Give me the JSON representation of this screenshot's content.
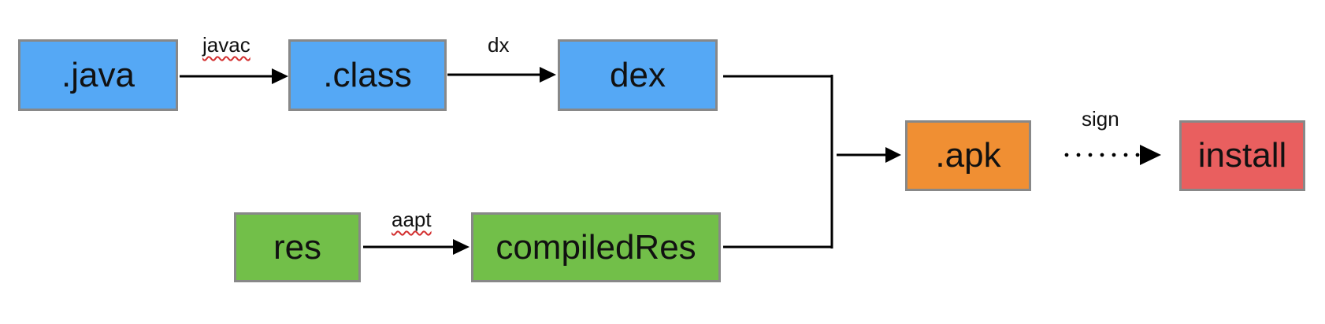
{
  "nodes": {
    "java": {
      "label": ".java",
      "color": "#55a8f5"
    },
    "class": {
      "label": ".class",
      "color": "#55a8f5"
    },
    "dex": {
      "label": "dex",
      "color": "#55a8f5"
    },
    "res": {
      "label": "res",
      "color": "#72bf49"
    },
    "compiledres": {
      "label": "compiledRes",
      "color": "#72bf49"
    },
    "apk": {
      "label": ".apk",
      "color": "#f08f33"
    },
    "install": {
      "label": "install",
      "color": "#e95f5f"
    }
  },
  "edges": {
    "javac": {
      "label": "javac"
    },
    "dx": {
      "label": "dx"
    },
    "aapt": {
      "label": "aapt"
    },
    "sign": {
      "label": "sign"
    }
  }
}
